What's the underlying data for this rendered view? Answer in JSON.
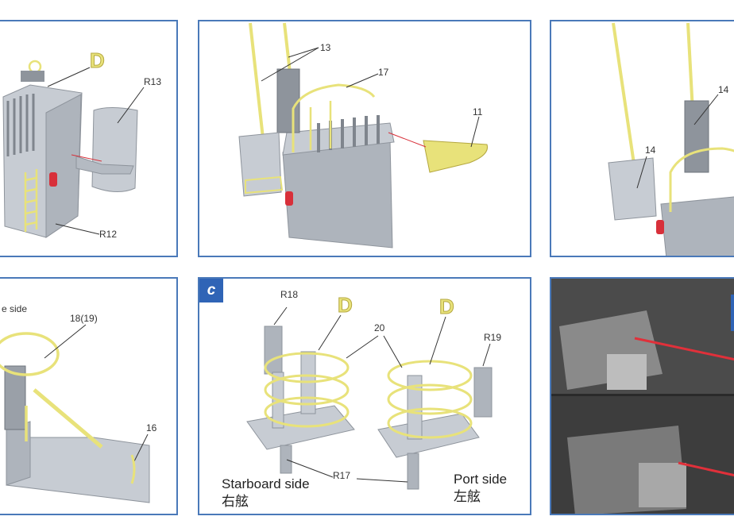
{
  "colors": {
    "panel_border": "#4a79b9",
    "part_grey": "#c7ccd3",
    "part_grey_dark": "#9aa0a8",
    "photoetch_yellow": "#e8e27a",
    "marker_red": "#d8303a",
    "tag_blue": "#2f64b6"
  },
  "panels": {
    "p1": {
      "labels": {
        "d": "D",
        "r13": "R13",
        "r12": "R12"
      }
    },
    "p2": {
      "labels": {
        "n13": "13",
        "n17": "17",
        "n11": "11"
      }
    },
    "p3": {
      "labels": {
        "n14a": "14",
        "n14b": "14"
      }
    },
    "p4": {
      "labels": {
        "side": "e side",
        "n18": "18(19)",
        "n16": "16"
      }
    },
    "p5": {
      "tag": "c",
      "labels": {
        "r18": "R18",
        "d1": "D",
        "d2": "D",
        "n20": "20",
        "r19": "R19",
        "r17": "R17",
        "starboard": "Starboard side",
        "starboard_jp": "右舷",
        "port": "Port side",
        "port_jp": "左舷"
      }
    },
    "p6": {
      "description_icon": "reference-photo-icon"
    }
  }
}
